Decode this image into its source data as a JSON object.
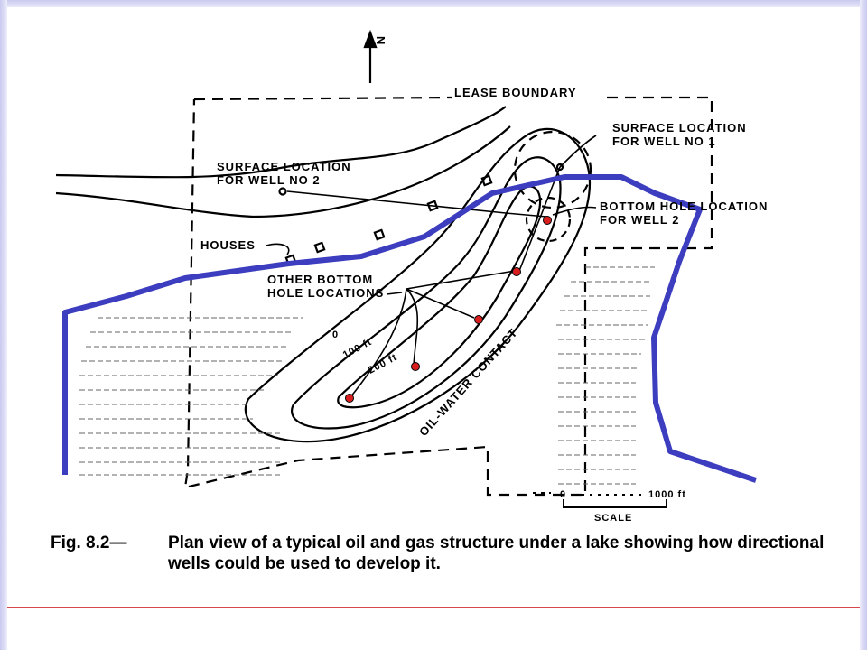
{
  "diagram": {
    "north": "N",
    "lease_boundary": "LEASE BOUNDARY",
    "surface_well1": [
      "SURFACE LOCATION",
      "FOR WELL NO 1"
    ],
    "surface_well2": [
      "SURFACE LOCATION",
      "FOR WELL NO 2"
    ],
    "bottom_hole": [
      "BOTTOM HOLE LOCATION",
      "FOR WELL 2"
    ],
    "houses": "HOUSES",
    "other_bottom": [
      "OTHER BOTTOM",
      "HOLE LOCATIONS"
    ],
    "contour_0": "0",
    "contour_100": "100 ft",
    "contour_200": "200 ft",
    "oil_water_contact": "OIL-WATER CONTACT",
    "scale_zero": "0",
    "scale_thousand": "1000 ft",
    "scale_label": "SCALE"
  },
  "caption": {
    "lead": "Fig. 8.2—",
    "text": "Plan view of a typical oil and gas structure under a lake showing how directional wells could be used to develop it."
  },
  "colors": {
    "shoreline": "#3d3dbf",
    "well_dot": "#d81e1e",
    "accent": "#d7484a"
  }
}
